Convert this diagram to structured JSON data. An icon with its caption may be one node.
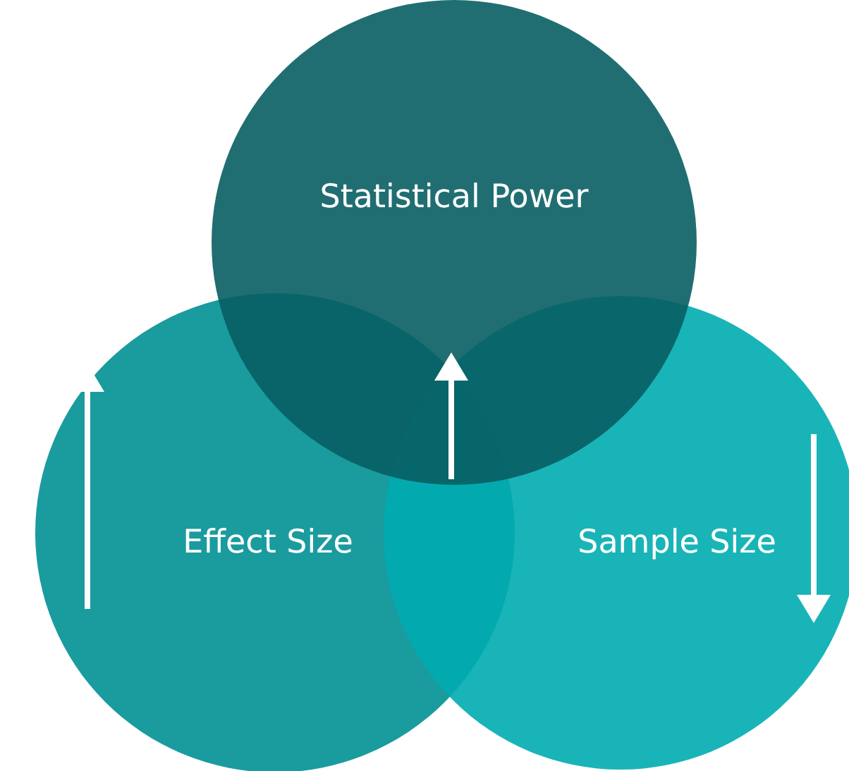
{
  "diagram": {
    "nodes": [
      {
        "text": [
          "Statistical Power"
        ]
      },
      {
        "text": [
          "Effect Size"
        ]
      },
      {
        "text": [
          "Sample Size"
        ]
      }
    ]
  }
}
